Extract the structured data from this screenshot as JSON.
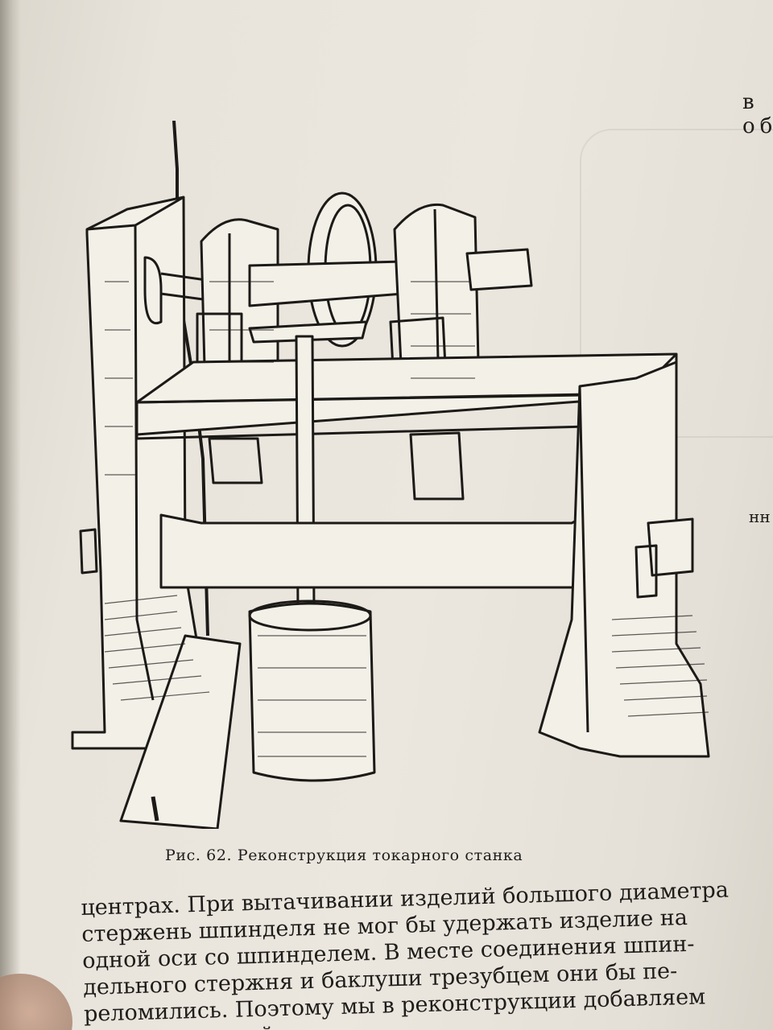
{
  "side_text": {
    "top_lines": [
      "в",
      "об"
    ],
    "middle": "нн"
  },
  "figure": {
    "caption": "Рис. 62. Реконструкция токарного станка"
  },
  "body": {
    "lines": [
      "центрах. При вытачивании изделий большого диаметра",
      "стержень шпинделя не мог бы удержать изделие на",
      "одной оси со шпинделем. В месте соединения шпин-",
      "дельного стержня и баклуши трезубцем они бы пе-",
      "реломились. Поэтому мы в реконструкции добавляем",
      "промежуточный"
    ]
  }
}
